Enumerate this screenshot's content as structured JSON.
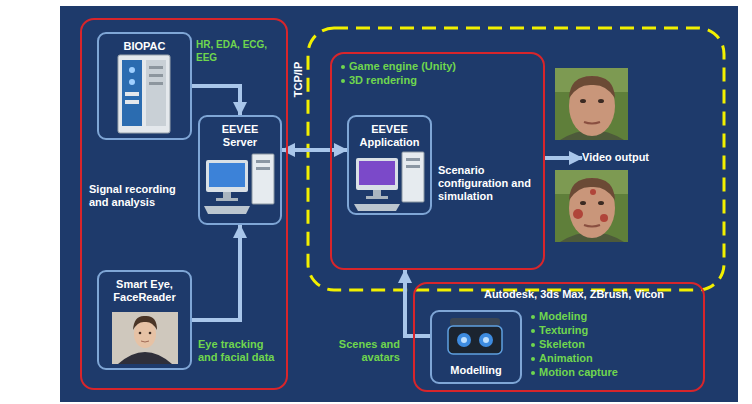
{
  "diagram": {
    "nodes": [
      {
        "text": [
          "Signal recording and analysis"
        ]
      },
      {
        "text": [
          "BIOPAC"
        ],
        "in": 0
      },
      {
        "text": [
          "EEVEE Server"
        ],
        "in": 0
      },
      {
        "text": [
          "Smart Eye, FaceReader"
        ],
        "in": 0
      },
      {
        "text": [
          "Game engine (Unity)",
          "3D rendering",
          "Scenario configuration and simulation"
        ]
      },
      {
        "text": [
          "EEVEE Application"
        ],
        "in": 4
      },
      {
        "text": [
          "Video output"
        ]
      },
      {
        "text": [
          "Autodesk, 3ds Max, ZBrush, Vicon",
          "Modeling",
          "Texturing",
          "Skeleton",
          "Animation",
          "Motion capture"
        ]
      },
      {
        "text": [
          "Modelling"
        ],
        "in": 7
      }
    ],
    "edges": [
      {
        "from": 1,
        "to": 2,
        "arrow": "to",
        "label": "HR, EDA, ECG, EEG"
      },
      {
        "from": 3,
        "to": 2,
        "arrow": "to",
        "label": "Eye tracking and facial data"
      },
      {
        "from": 2,
        "to": 5,
        "arrow": "both",
        "label": "TCP/IP"
      },
      {
        "from": 4,
        "to": 6,
        "arrow": "to"
      },
      {
        "from": 8,
        "to": 4,
        "arrow": "to",
        "label": "Scenes and avatars"
      }
    ]
  }
}
